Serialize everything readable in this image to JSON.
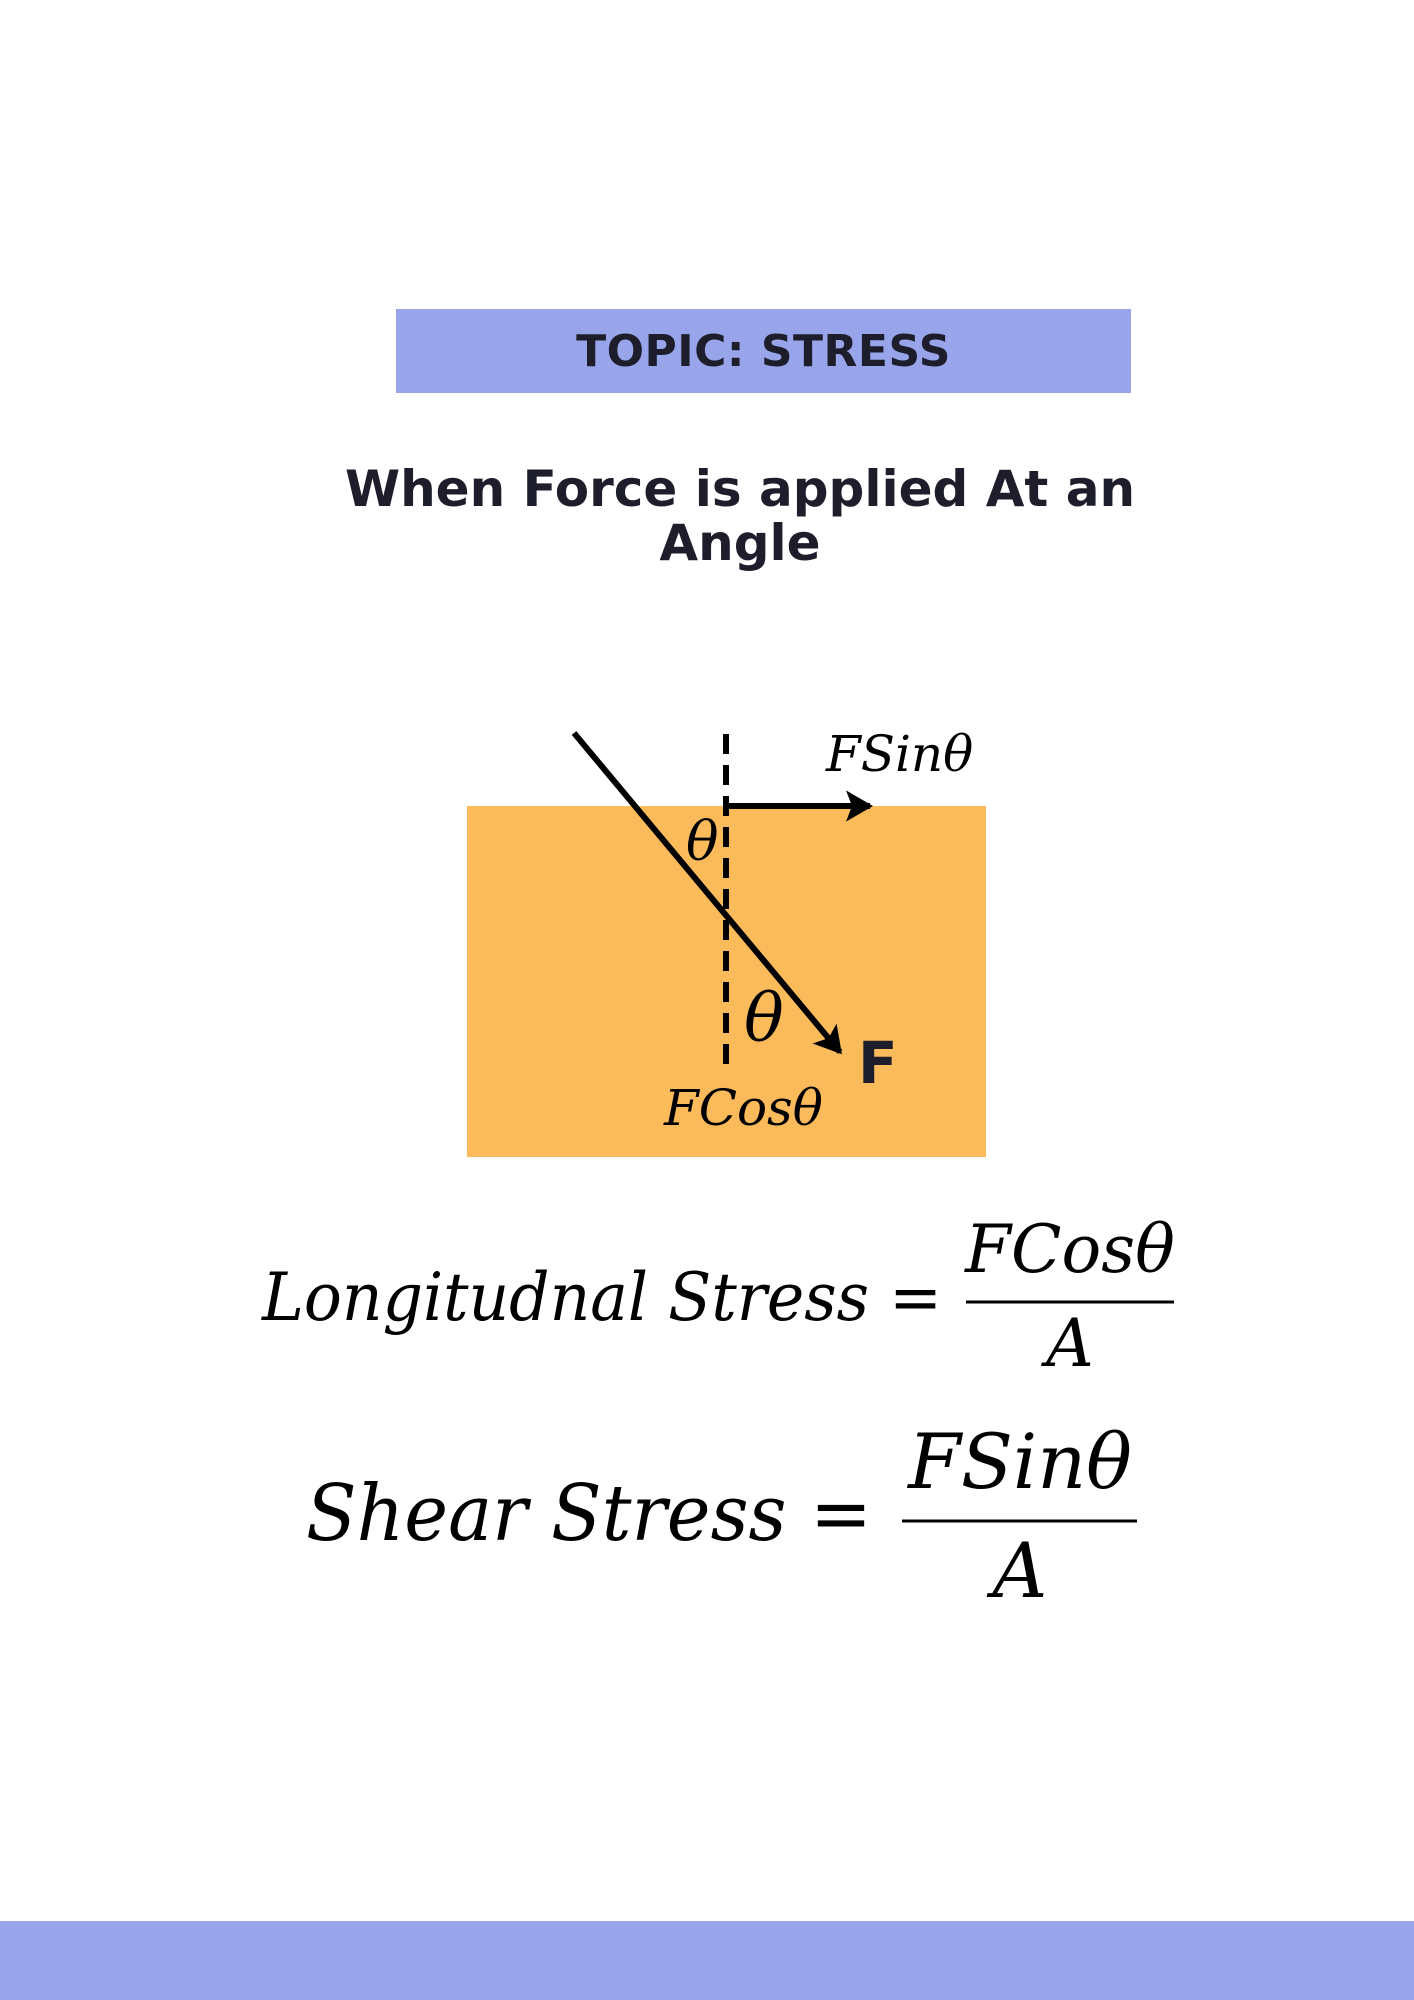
{
  "colors": {
    "banner": "#98a5eb",
    "block": "#fcbb5b",
    "text": "#1d1d2b"
  },
  "banner": {
    "label": "TOPIC: STRESS"
  },
  "title": "When Force is applied At an Angle",
  "diagram": {
    "sin_label": "FSinθ",
    "cos_label": "FCosθ",
    "theta_top": "θ",
    "theta_bottom": "θ",
    "force_label": "F"
  },
  "equations": [
    {
      "lhs": "Longitudnal Stress =",
      "numerator": "FCosθ",
      "denominator": "A"
    },
    {
      "lhs": "Shear Stress =",
      "numerator": "FSinθ",
      "denominator": "A"
    }
  ]
}
